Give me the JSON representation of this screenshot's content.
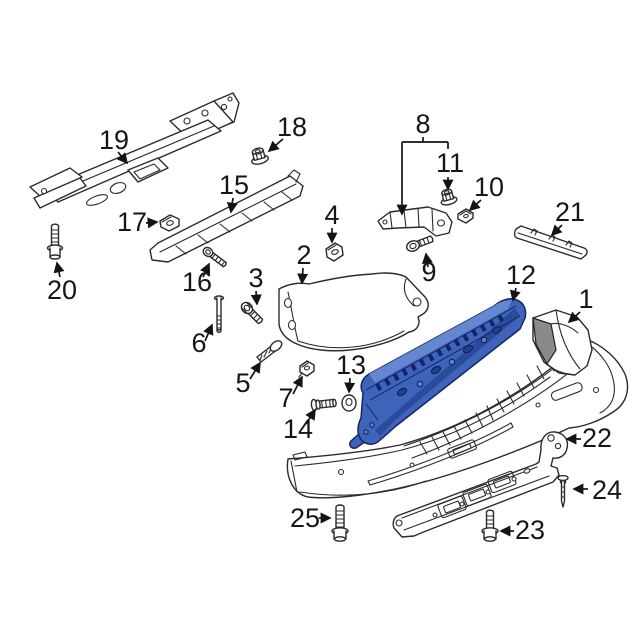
{
  "image": {
    "kind": "exploded-parts-diagram",
    "subject": "rear bumper assembly",
    "background": "#ffffff",
    "highlighted_part_number": "12"
  },
  "labels": [
    "1",
    "2",
    "3",
    "4",
    "5",
    "6",
    "7",
    "8",
    "9",
    "10",
    "11",
    "12",
    "13",
    "14",
    "15",
    "16",
    "17",
    "18",
    "19",
    "20",
    "21",
    "22",
    "23",
    "24",
    "25"
  ],
  "colors": {
    "line": "#2b2b2b",
    "label_text": "#161616",
    "highlight_fill": "#3d64b8",
    "highlight_fill_light": "#6487cf",
    "highlight_fill_dark": "#2a4b9c",
    "highlight_stroke": "#16246b",
    "cap_shadow": "#8a8a8a"
  }
}
